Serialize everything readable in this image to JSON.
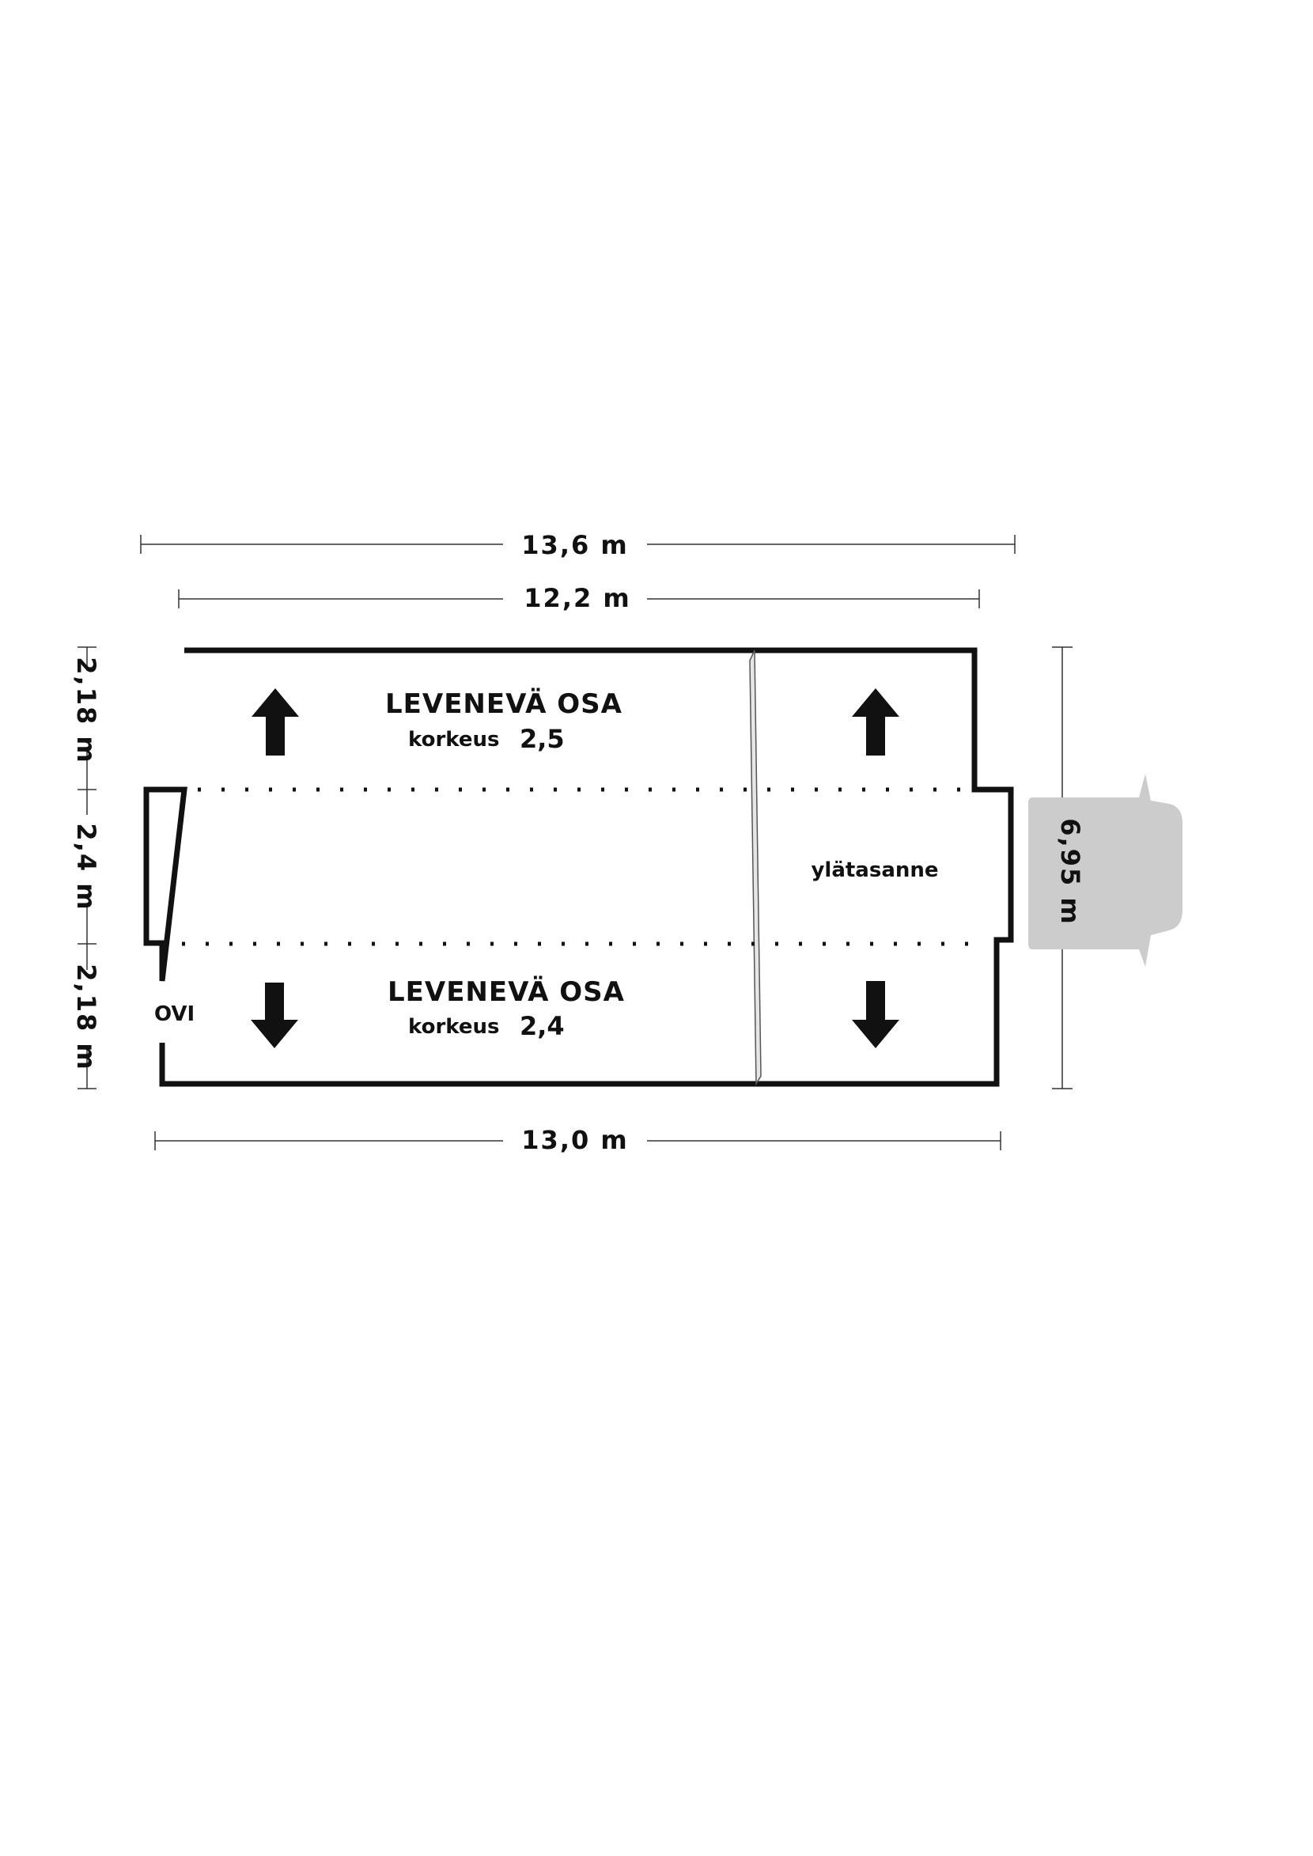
{
  "dimensions": {
    "total_length": "13,6 m",
    "inner_length": "12,2 m",
    "bottom_length": "13,0 m",
    "width": "6,95 m",
    "left_top": "2,18 m",
    "left_middle": "2,4 m",
    "left_bottom": "2,18 m"
  },
  "sections": {
    "upper": {
      "title": "LEVENEVÄ OSA",
      "height_label": "korkeus",
      "height_value": "2,5"
    },
    "lower": {
      "title": "LEVENEVÄ OSA",
      "height_label": "korkeus",
      "height_value": "2,4"
    },
    "landing": "ylätasanne",
    "door": "OVI"
  },
  "colors": {
    "outline": "#111111",
    "truck": "#cccccc",
    "background": "#ffffff"
  }
}
